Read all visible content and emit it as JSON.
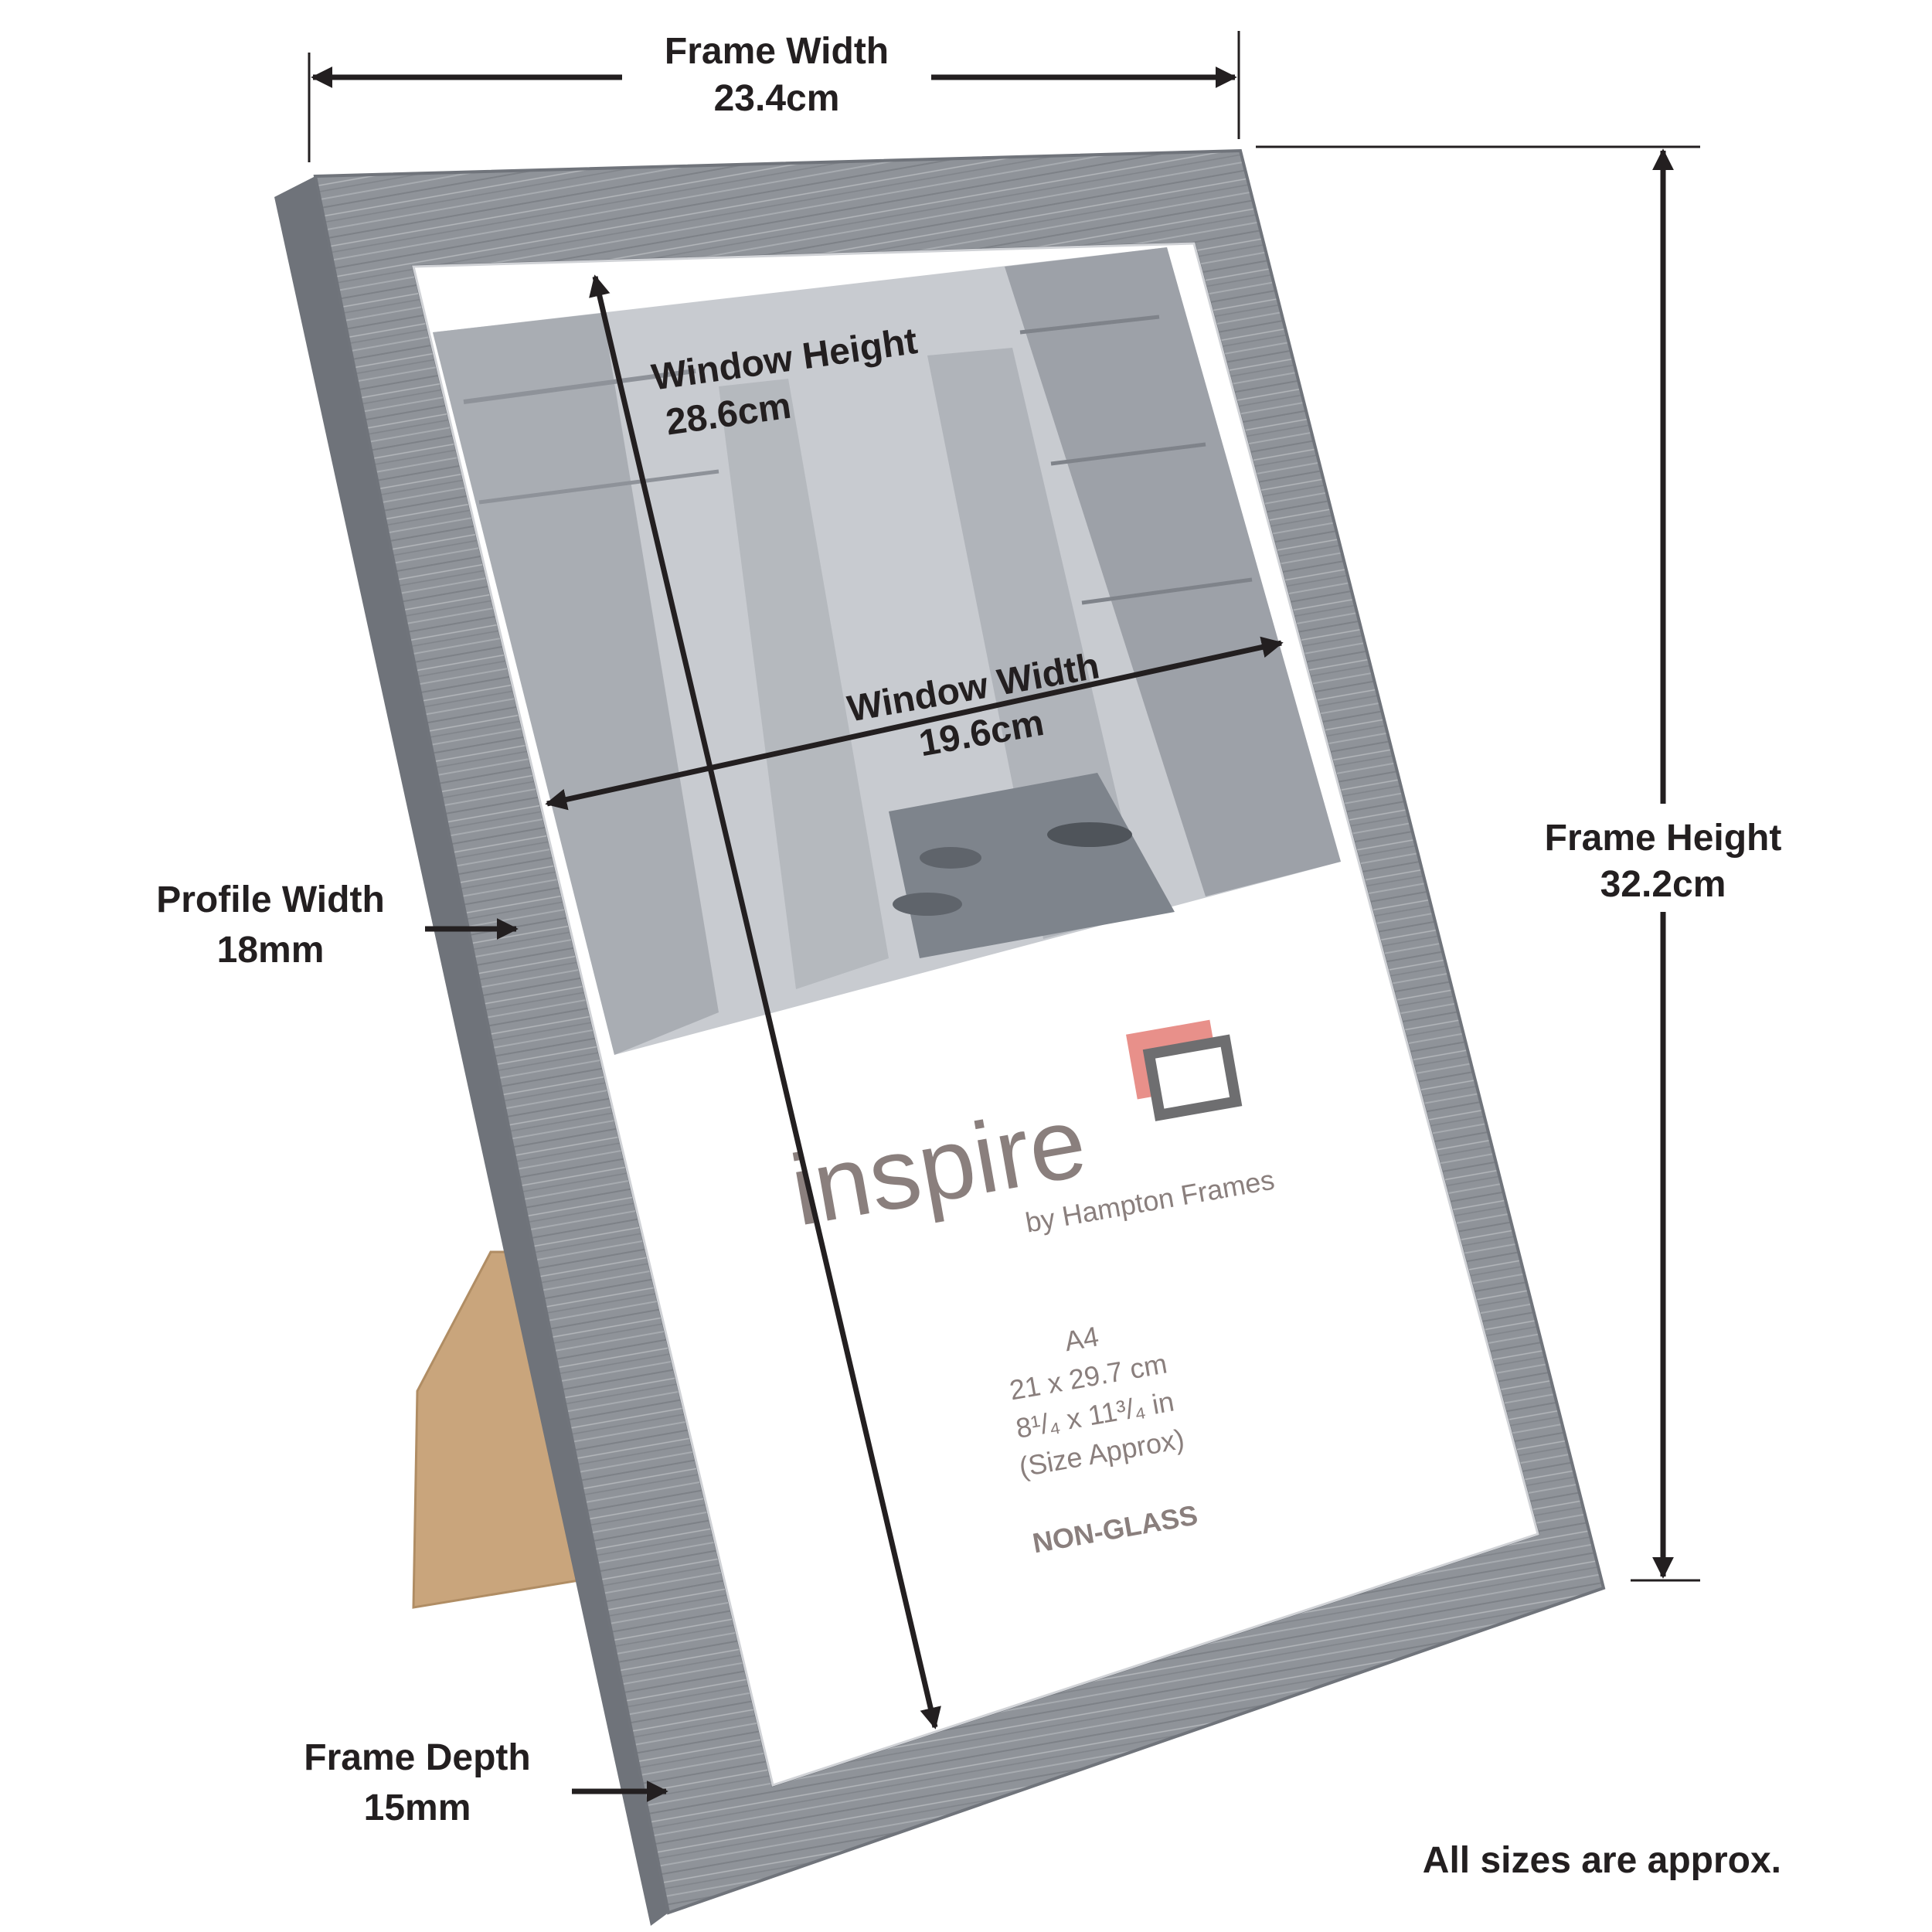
{
  "dimensions": {
    "frame_width": {
      "label": "Frame Width",
      "value": "23.4cm"
    },
    "frame_height": {
      "label": "Frame Height",
      "value": "32.2cm"
    },
    "window_height": {
      "label": "Window Height",
      "value": "28.6cm"
    },
    "window_width": {
      "label": "Window Width",
      "value": "19.6cm"
    },
    "profile_width": {
      "label": "Profile Width",
      "value": "18mm"
    },
    "frame_depth": {
      "label": "Frame Depth",
      "value": "15mm"
    }
  },
  "insert": {
    "brand": "inspire",
    "byline": "by Hampton Frames",
    "size_name": "A4",
    "size_cm": "21 x 29.7 cm",
    "size_in": "8¹/₄ x 11³/₄ in",
    "size_note": "(Size Approx)",
    "glazing": "NON-GLASS"
  },
  "footnote": "All sizes are approx.",
  "colors": {
    "frame": "#8f9399",
    "frame_dark": "#6f737a",
    "arrow": "#231f20",
    "backing": "#c9a57c",
    "logo_accent": "#e8908a",
    "logo_box": "#6e6e70"
  }
}
